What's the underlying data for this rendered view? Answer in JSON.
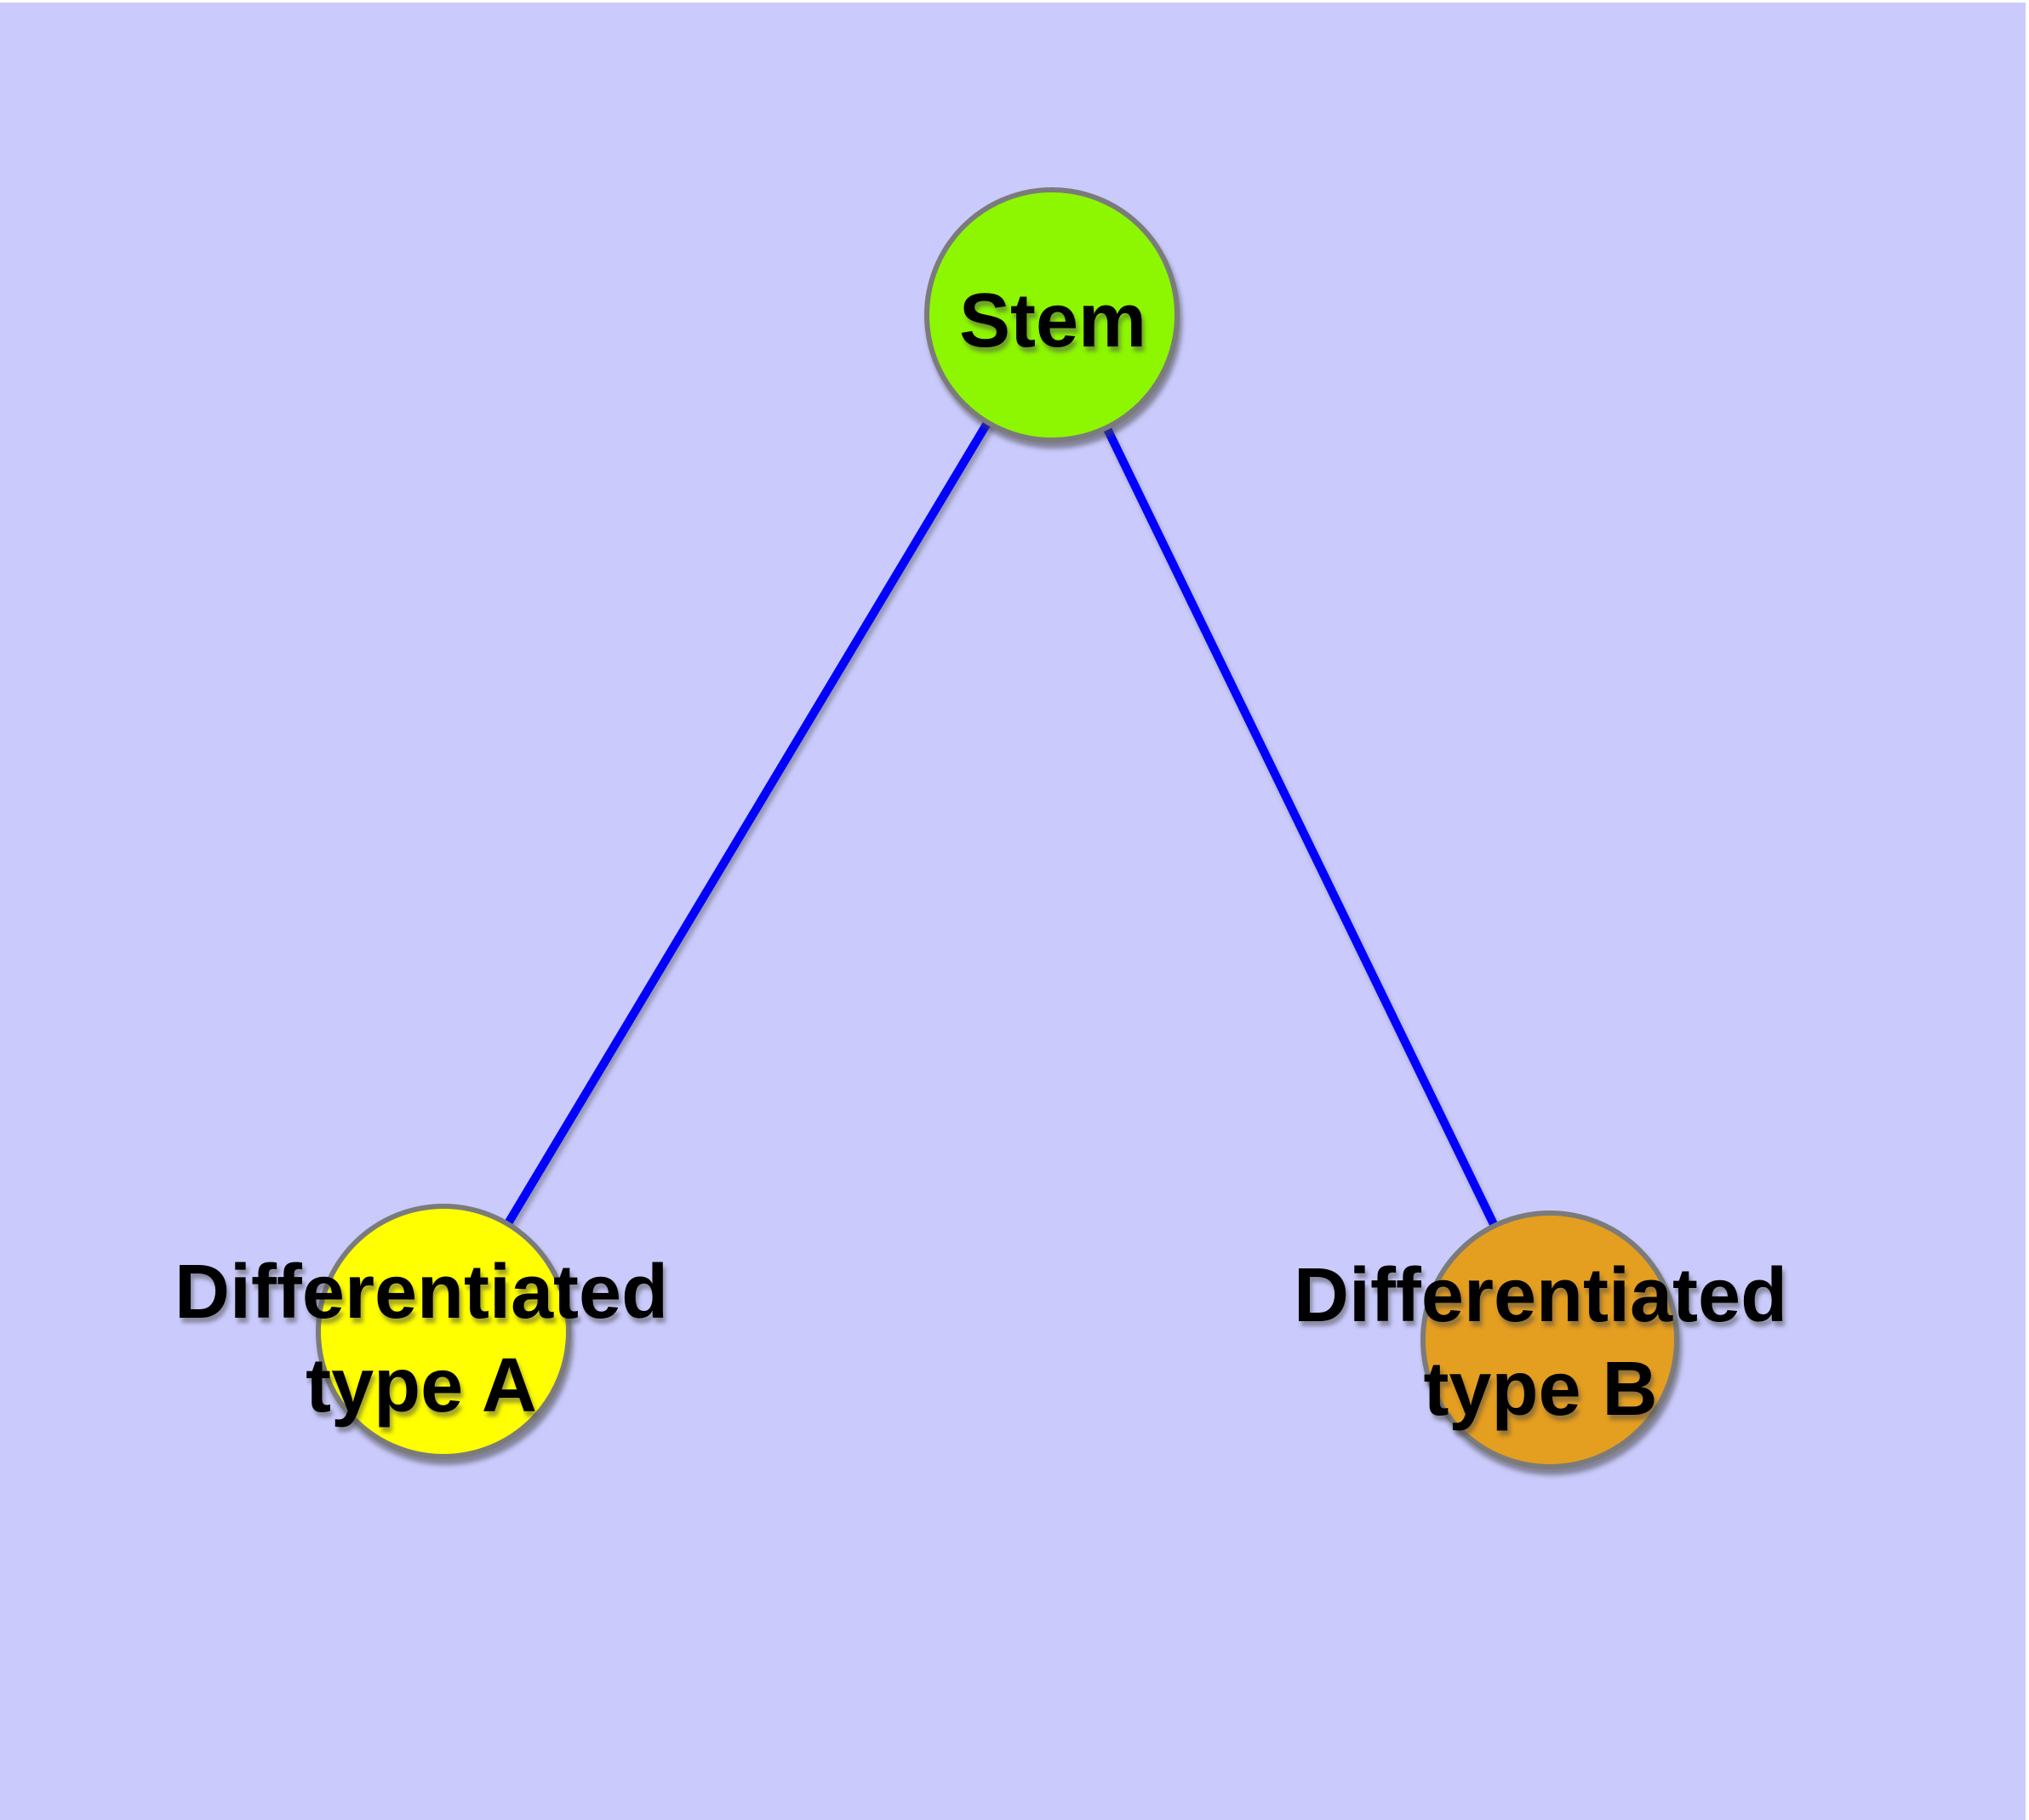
{
  "diagram": {
    "title": "",
    "background_color": "#CACBFC",
    "text_color": "#000000",
    "node_border_color": "#7B7B7B",
    "edge_color": "#0202FC",
    "nodes": [
      {
        "id": "stem",
        "lines": [
          "Stem"
        ],
        "fill": "#8DF702"
      },
      {
        "id": "differentiated-type-a",
        "lines": [
          "Differentiated",
          "type A"
        ],
        "fill": "#FFFF00"
      },
      {
        "id": "differentiated-type-b",
        "lines": [
          "Differentiated",
          "type B"
        ],
        "fill": "#E49E20"
      }
    ],
    "edges": [
      {
        "from": "Stem",
        "to": "Differentiated type A"
      },
      {
        "from": "Stem",
        "to": "Differentiated type B"
      }
    ]
  }
}
